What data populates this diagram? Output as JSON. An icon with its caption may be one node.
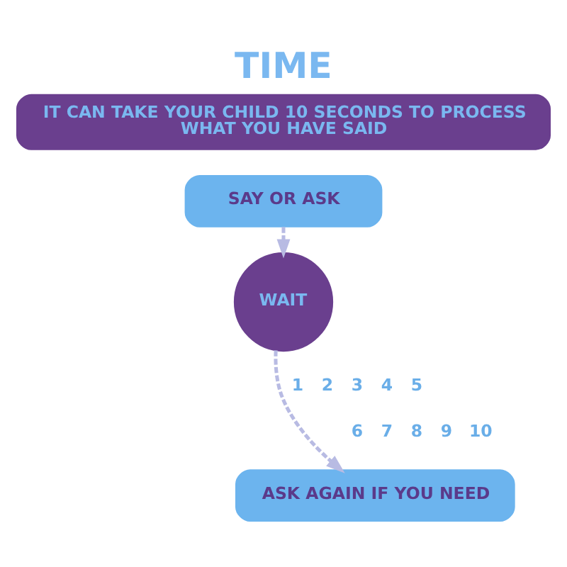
{
  "diagram": {
    "title": "TIME",
    "nodes": [
      {
        "text": [
          "IT CAN TAKE YOUR CHILD 10 SECONDS TO PROCESS WHAT YOU HAVE SAID"
        ]
      },
      {
        "text": [
          "SAY OR ASK"
        ]
      },
      {
        "text": [
          "WAIT"
        ]
      },
      {
        "text": [
          "ASK AGAIN IF YOU NEED"
        ]
      }
    ],
    "edges": [
      {
        "from": 1,
        "to": 2,
        "arrow": "to",
        "style": "dashed"
      },
      {
        "from": 2,
        "to": 3,
        "arrow": "to",
        "style": "dashed"
      }
    ],
    "labels": [
      "1",
      "2",
      "3",
      "4",
      "5",
      "6",
      "7",
      "8",
      "9",
      "10"
    ]
  }
}
